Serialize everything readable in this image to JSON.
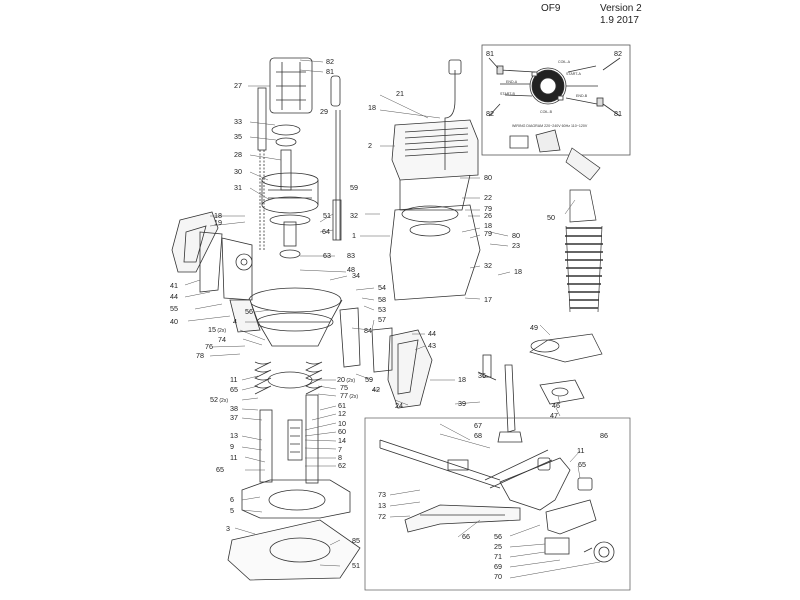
{
  "header": {
    "title": "OF9",
    "version": "Version 2",
    "date": "1.9 2017"
  },
  "wiring": {
    "title": "WIRING DIAGRAM 220~240V 60Hz 110~120V",
    "labels": [
      "COIL-A",
      "START-A",
      "END-A",
      "START-B",
      "END-B",
      "COIL-B"
    ],
    "callouts": [
      "81",
      "82",
      "82",
      "81"
    ]
  },
  "callouts": [
    {
      "n": "82",
      "q": ""
    },
    {
      "n": "81",
      "q": ""
    },
    {
      "n": "27",
      "q": ""
    },
    {
      "n": "29",
      "q": ""
    },
    {
      "n": "33",
      "q": ""
    },
    {
      "n": "35",
      "q": ""
    },
    {
      "n": "28",
      "q": ""
    },
    {
      "n": "30",
      "q": ""
    },
    {
      "n": "31",
      "q": ""
    },
    {
      "n": "18",
      "q": ""
    },
    {
      "n": "19",
      "q": ""
    },
    {
      "n": "51",
      "q": ""
    },
    {
      "n": "59",
      "q": ""
    },
    {
      "n": "64",
      "q": ""
    },
    {
      "n": "63",
      "q": ""
    },
    {
      "n": "83",
      "q": ""
    },
    {
      "n": "48",
      "q": ""
    },
    {
      "n": "34",
      "q": ""
    },
    {
      "n": "41",
      "q": ""
    },
    {
      "n": "44",
      "q": ""
    },
    {
      "n": "55",
      "q": ""
    },
    {
      "n": "40",
      "q": ""
    },
    {
      "n": "56",
      "q": ""
    },
    {
      "n": "4",
      "q": ""
    },
    {
      "n": "15",
      "q": "(2x)"
    },
    {
      "n": "74",
      "q": ""
    },
    {
      "n": "76",
      "q": ""
    },
    {
      "n": "78",
      "q": ""
    },
    {
      "n": "11",
      "q": ""
    },
    {
      "n": "65",
      "q": ""
    },
    {
      "n": "52",
      "q": "(2x)"
    },
    {
      "n": "38",
      "q": ""
    },
    {
      "n": "37",
      "q": ""
    },
    {
      "n": "13",
      "q": ""
    },
    {
      "n": "9",
      "q": ""
    },
    {
      "n": "11",
      "q": ""
    },
    {
      "n": "65",
      "q": ""
    },
    {
      "n": "20",
      "q": "(2x)"
    },
    {
      "n": "75",
      "q": ""
    },
    {
      "n": "77",
      "q": "(2x)"
    },
    {
      "n": "61",
      "q": ""
    },
    {
      "n": "12",
      "q": ""
    },
    {
      "n": "10",
      "q": ""
    },
    {
      "n": "60",
      "q": ""
    },
    {
      "n": "14",
      "q": ""
    },
    {
      "n": "7",
      "q": ""
    },
    {
      "n": "8",
      "q": ""
    },
    {
      "n": "62",
      "q": ""
    },
    {
      "n": "6",
      "q": ""
    },
    {
      "n": "5",
      "q": ""
    },
    {
      "n": "3",
      "q": ""
    },
    {
      "n": "85",
      "q": ""
    },
    {
      "n": "51",
      "q": ""
    },
    {
      "n": "21",
      "q": ""
    },
    {
      "n": "18",
      "q": ""
    },
    {
      "n": "2",
      "q": ""
    },
    {
      "n": "80",
      "q": ""
    },
    {
      "n": "22",
      "q": ""
    },
    {
      "n": "79",
      "q": ""
    },
    {
      "n": "26",
      "q": ""
    },
    {
      "n": "32",
      "q": ""
    },
    {
      "n": "1",
      "q": ""
    },
    {
      "n": "18",
      "q": ""
    },
    {
      "n": "79",
      "q": ""
    },
    {
      "n": "80",
      "q": ""
    },
    {
      "n": "23",
      "q": ""
    },
    {
      "n": "32",
      "q": ""
    },
    {
      "n": "18",
      "q": ""
    },
    {
      "n": "17",
      "q": ""
    },
    {
      "n": "54",
      "q": ""
    },
    {
      "n": "58",
      "q": ""
    },
    {
      "n": "53",
      "q": ""
    },
    {
      "n": "57",
      "q": ""
    },
    {
      "n": "84",
      "q": ""
    },
    {
      "n": "44",
      "q": ""
    },
    {
      "n": "43",
      "q": ""
    },
    {
      "n": "59",
      "q": ""
    },
    {
      "n": "42",
      "q": ""
    },
    {
      "n": "24",
      "q": ""
    },
    {
      "n": "18",
      "q": ""
    },
    {
      "n": "36",
      "q": ""
    },
    {
      "n": "39",
      "q": ""
    },
    {
      "n": "50",
      "q": ""
    },
    {
      "n": "49",
      "q": ""
    },
    {
      "n": "46",
      "q": ""
    },
    {
      "n": "47",
      "q": ""
    },
    {
      "n": "86",
      "q": ""
    },
    {
      "n": "67",
      "q": ""
    },
    {
      "n": "68",
      "q": ""
    },
    {
      "n": "11",
      "q": ""
    },
    {
      "n": "65",
      "q": ""
    },
    {
      "n": "73",
      "q": ""
    },
    {
      "n": "13",
      "q": ""
    },
    {
      "n": "72",
      "q": ""
    },
    {
      "n": "66",
      "q": ""
    },
    {
      "n": "56",
      "q": ""
    },
    {
      "n": "25",
      "q": ""
    },
    {
      "n": "71",
      "q": ""
    },
    {
      "n": "69",
      "q": ""
    },
    {
      "n": "70",
      "q": ""
    }
  ]
}
